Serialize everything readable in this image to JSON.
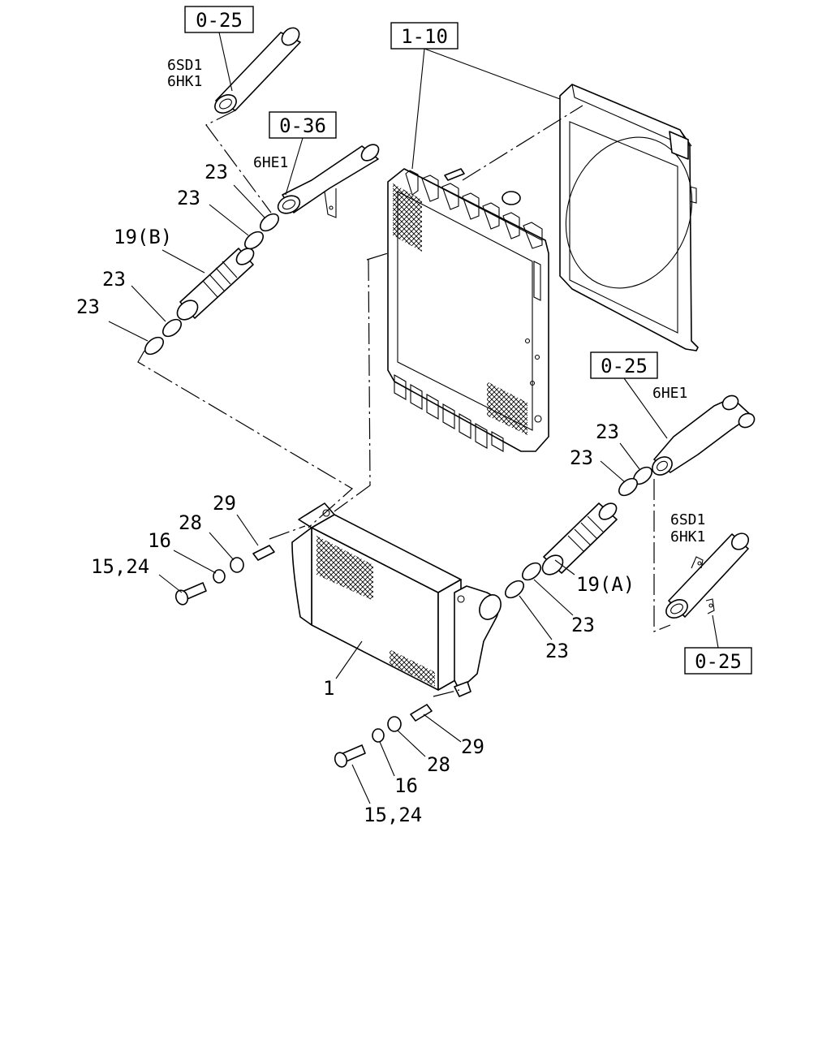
{
  "refs": {
    "top_left": "0-25",
    "top_mid": "0-36",
    "radiator": "1-10",
    "right_upper": "0-25",
    "right_lower": "0-25"
  },
  "engines": {
    "tl_line1": "6SD1",
    "tl_line2": "6HK1",
    "mid": "6HE1",
    "right": "6HE1",
    "rl_line1": "6SD1",
    "rl_line2": "6HK1"
  },
  "callouts": {
    "c23_a": "23",
    "c23_b": "23",
    "c19b": "19(B)",
    "c23_c": "23",
    "c23_d": "23",
    "c23_e": "23",
    "c23_f": "23",
    "c19a": "19(A)",
    "c23_g": "23",
    "c23_h": "23",
    "c29_top": "29",
    "c28_top": "28",
    "c16_top": "16",
    "c1524_top": "15,24",
    "c1": "1",
    "c29_bot": "29",
    "c28_bot": "28",
    "c16_bot": "16",
    "c1524_bot": "15,24"
  }
}
